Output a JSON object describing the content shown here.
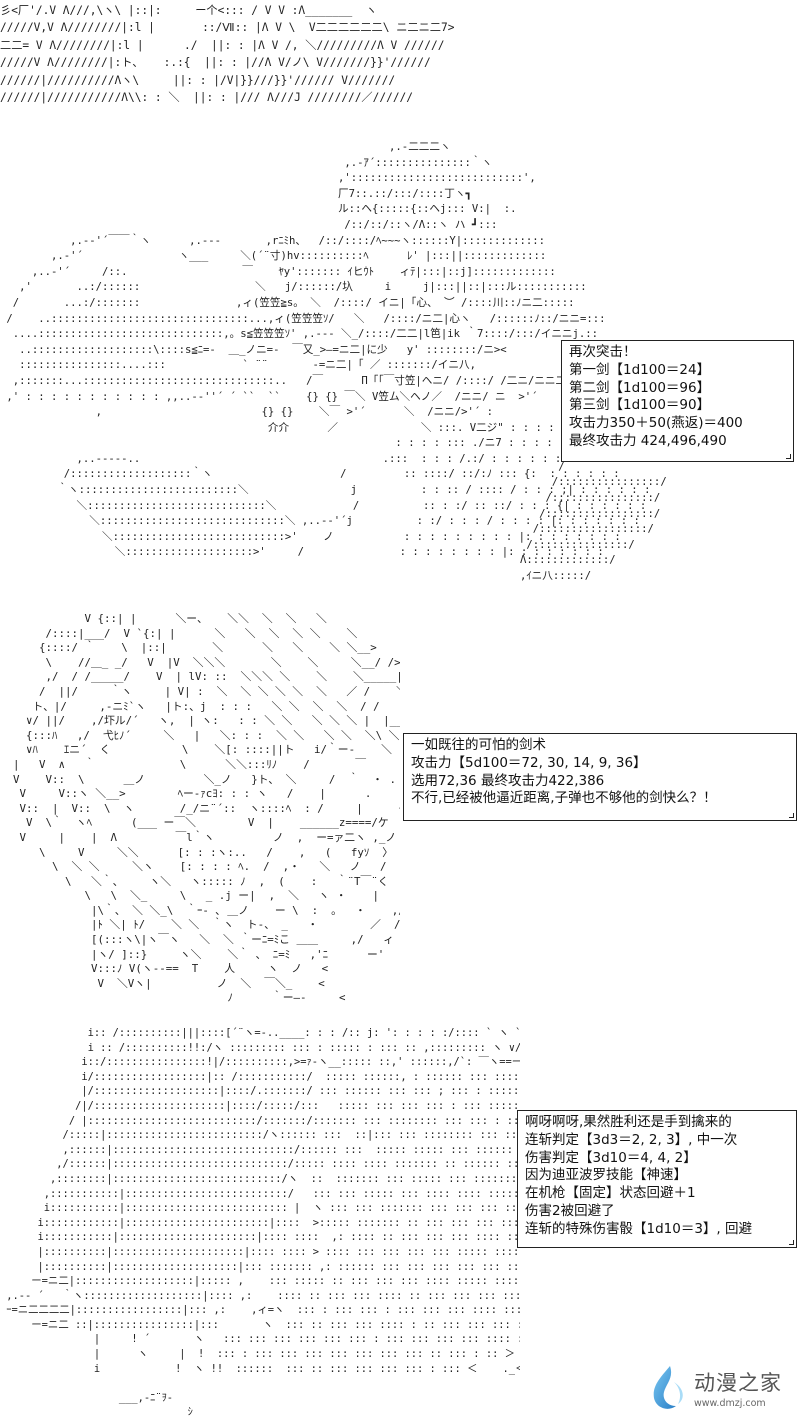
{
  "panel1_art": "彡<厂'/.V Λ///,\\ヽ\\ |::|:     ー个<::: / V V :Λ_______  ヽ\n/////V,V Λ////////|:l |       ::/Ⅶ:: |Λ V \\  V二二二二二二\\ ニ二ニ二7>\n二二= V Λ////////|:l |      ./  ||: : |Λ V /, ＼/////////Λ V //////\n/////V Λ////////|:ト、   :.:{  ||: : |//Λ V/ノ\\ V///////}}'//////\n//////|//////////Λヽ\\     ||: : |/V|}}///}}'////// V///////\n//////|///////////Λ\\\\: : ＼  ||: : |/// Λ///J ////////／//////",
  "panel2_art": "                                                             ,.-二二二ヽ\n                                                      ,.-ｱ´:::::::::::::::｀ヽ\n                                                     ,':::::::::::::::::::::::::::',\n                                                     厂7::.::/:::/::::丁ヽ┓\n                                                     ル::ヘ{:::::{::ヘj::: V:|  :.\n                                                      /::/::/::ヽ/Λ::ヽ ハ ┛:::\n           ,.-‐'´￣￣｀ヽ      ,.-‐‐       ,rﾆﾐh、  /::/::::/ﾍ~~~ヽ::::::Y|:::::::::::::\n        ,.-'´               ヽ___     ＼(´¨寸)hv::::::::::ﾍ      ﾚ' |:::||:::::::::::::\n     ,..-'´     /::.                  ￣    ﾔy'::::::: ｲヒｳﾄ    ィﾃ|:::|::j]:::::::::::::\n   ,'       ..:/::::::                  ＼   j/::::::/圦     i     j|:::||::|:::ル:::::::::::\n  /       ...:/:::::::               ,ィ(笠笠≧s。 ＼  /::::/ イニ|「心、 ︶ /::::川::ﾉニ二:::::\n /    ..:::::::::::::::::::::::::::::::...,ィ(笠笠笠ｿ/   ＼   /::::/ニ二|心ヽ   /::::::ﾉ::/ニニ=:::\n  ....:::::::::::::::::::::::::::::,。s≦笠笠笠ｿ' ,.--‐ ＼_/::::/二二|l笆|ik ｀7::::/:::/イニニj.::\n   ..:::::::::::::::::::\\::::s≦ﾆ=-  ＿_ノニ=-  ￣又_>―=ニ二|に少   y' ::::::::/ニ><\n   ::::::::::::::::....:::            ` ¨¨       -=ニ二|「 ／ :::::::/イニ八,\n  ,:::::::...::::::::::::::::::::::::::::::..   /￣      Π「「￣寸笠|ヘニ/ /::::/ /二ニ/ニニ二\n ,' : : : : : : : : : : : ,,..-‐''´ ´ ``  ``    {} {} ￣＼ V笠ム＼ヘノ／  /ニニ/ ニ  >'´\n               ,                         {} {}    ＼￣ >'´      ＼  /ニニ/>'´ :\n                                          介介      ／             ＼ :::. V二ジ\" : : : : :\n                                                              : : : : ::: ./ニ7 : : : : : : :\n            ,..-‐‐--..                                      .:::  : : : /.:/ : : : : : : : : :\n          /:::::::::::::::::::｀ヽ                    /         :: ::::/ ::/:ﾉ ::: {:  : : : : : :\n         ｀ヽ:::::::::::::::::::::::::＼                j          : : :: / :::: / : : : ;| : : : : : :\n            ＼::::::::::::::::::::::::::::＼            /          :: : :/ :: ::/ : : : {| : : : : : :\n              ＼:::::::::::::::::::::::::::::＼ ,..-‐'´j          : :/ : : : / : : : : |: : : : : : :\n                ＼:::::::::::::::::::::::::::>'    ノ           : : : : : : : : : |: : : : : : : :\n                  ＼::::::::::::::::::::>'     /               : : : : : : : : |: : : : : : : :",
  "panel2_right_art": "\n\n\n\n\n\n\n\n\n\n\n\n\n\n\n\n\n\n\n\n      /\n     /::::::::::::::::/\n    /::::::::::::::::/\n   /:::::::::::::::::/\n  /:::::::::::::::::/\n /:::::::::::::::/\nΛ:::::::::::::/\n,ｲニ八:::::/",
  "panel3_art": "             V {::| |      ＼ー、   ＼＼  ＼  ＼   ＼\n       /::::|___/  V `{:| |      ＼   ＼  ＼  ＼ ＼    ＼\n      {::::/ ｀    \\  |::|       ＼      ＼   ＼    ＼ ＼__>\n       \\    //＿_ _/   V  |V  ＼＼＼       ＼    ＼     ＼__/ />、\n       ,/  / /_____/    V  | lV: ::  ＼＼＼ ＼    ＼    ＼_____| |__ヽ、\n      /  ||/     ｀ヽ     | V| :  ＼  ＼ ＼ ＼ ＼  ＼   ／ /    ＼\n     ト、|/     ,-ニﾐ`ヽ   |ト:、j  : : :   ＼ ＼  ＼  ＼  / /      | |\n    ∨/ ||/    ,/圷ル/´   ヽ,  | ヽ:   : : ＼ ＼   ＼ ＼ ＼ |  |___\n    {:::ﾊ   ,/  弋ﾋﾉ´     ＼   |   ＼: : :  ＼ ＼   ＼ ＼  ＼\\ ＼\n    ∨ﾊ    ｴニ´  く           \\    ＼[: ::::||ト   i/｀ー‐    ＼\n  |   V  ∧   ｀             \\      ＼＼:::ﾘﾉ    /       ￣\n  V    V::  \\      ＿ノ         ＼_ノ   }ト、 ＼     /  ｀  ・ .  :\n   V     V::ヽ ＼__>        ﾍー‐ｧcﾖ: : : ヽ   /    |      .\n   V::  |  V::  \\  ヽ       /_/ニ¨´::  ヽ::::ﾍ  : /     |     ・\n    V  \\｀  ヽﾍ      (___ ー￣＼        V  |    ______z====/ケ\n   V     |    |  Λ         ￣l｀ヽ         ノ  ,  ー=ァ二ヽ ,_ノ  /ーノ\n      \\     V     ＼＼      [: : :ヽ:..   /    ,   (   fyｿ  〉   し\n        \\  ＼ ＼     ＼ヽ    [: : : : ﾍ.  /  ,・   ＼   ノ   /    /\n          \\   ＼｀、    ヽ＼   ヽ::::: ﾉ  ,  (    :   ｀¨T￣¨く    /     fl\n             \\   \\  ＼_     \\   _ .j ー|  ,  ＼   ヽ ・    |     /  /   ﾉﾘ\n              |\\｀、 ＼ ＼_\\  ｀ｰ- ､ ＿ノ    ー \\  :  。  ・    ,/   ー'\n              |ﾄ ＼| ﾄ/    ＼ ＼  ｀ヽ  ト-、 _   ・        ／  /ト‐\n              [(:::ヽ\\|ヽ￣ヽ   ＼  ＼ ｀ーﾆ=ﾐこ ＿＿     ,/   ィ\n              |ヽ/ ]::}     ヽ＼    ＼｀ 、 ﾆ=ﾐ   ,'ﾆ      ー'\n              V:::ﾉ V(ヽ--==  T    人     ヽ  ノ   <\n               V  ＼Vヽ|          ノ  ＼  ￣＼_    <\n                                   ﾉ      ｀ー―-     <",
  "panel4_art": "              i:: /::::::::::|||::::[´¨ヽ=-..____: : : /:: j: ': : : : :/:::: ` ヽ ` ,::::::::/:::::/::!\n              i :: /::::::::::!!:/ヽ ::::::::: ::: : ::::: : ::: :: ,::::::::: ヽ ∨/  ﾍi: !\n             i::/::::::::::::::::!|/::::::::::,>=ｧ-ヽ__::::: ::,' ::::::,/`: ￣ヽ==ーへ /::::i :\n             i/::::::::::::::::::|:: /:::::::::::/  ::::: ::::::, : :::::: ::: :::: ::::: ,:::: ::|\n             |/::::::::::::::::::::|::::/.:::::::/ ::: :::::: ::: ::: ; ::: : ::::: :::,::::: ::|\n            /|/:::::::::::::::::::::|::::/:::::/:::   ::::: ::: ::: ::: : ::: ::::: ::: ::|:::! !\n           / |:::::::::::::::::::::::::::/:::::::/::::::: ::: :::::::: ::: ::: : ::: :::: ::::! !\n          /:::::|:::::::::::::::::::::::::/ヽ:::::: :::  ::|::: ::: :::::::: ::: :::: ::::::! !\n          ,::::::|:::::::::::::::::::::::::::::/:::::: :::  ::::: ::::: ::: :::::: :::::: ::::: :::!::: !\n         ,/::::::|::::::::::::::::::::::::::::/::::: :::: :::: ::::::: :: :::::: :::: ::::: ::::!:::: !\n        ,::::::::|:::::::::::::::::::::::::::/ヽ  ::  ::::::: ::: ::::: ::: ::::::::: ::: :::::::!::::!!\n       ,:::::::::::|::::::::::::::::::::::::::/   ::: ::: ::::: ::: :::: :::: ::::: ::: ::::::: !:::::!!\n       i:::::::::::|:::::::::::::::::::::::::: |  ヽ ::: ::: ::::::: ::: ::: ::: :::: ::: ::::::: !:::::::!!\n      i::::::::::::|:::::::::::::::::::::::|::::  >::::: ::::::: :: ::: ::: ::: ::: ::: ::: :::::: !:::::::!!\n      i:::::::::::|::::::::::::::::::::::|:::: ::::  ,: :::: :: ::: ::: ::: :::: ::::::: ::: ::: ::: !::::::!!\n      |::::::::::|:::::::::::::::::::::|:::: :::: > :::: ::: ::: ::: ::: ::::: :::::::: :::: ::: !:::::::!\n      |::::::::::|::::::::::::::::::::|::: ::::::: ,: :::::: ::: ::: ::: ::: ::: :::: :::::: :: !::::::::!\n     ー=ニ二|:::::::::::::::::::|::::: ,    ::: ::::: :: ::: ::: ::: :::: ::::: :::: ::: ::::: !:::::::::!\n ,.-‐ ´   ｀ヽ:::::::::::::::::::|:::: ,:    :::: :: ::: ::: :::: :: ::: ::: ::: ::: ::: :::: !::::::::::!\n ｰ=ニ二二二二|:::::::::::::::::|::: ,:    ,ィ=ヽ  ::: : ::: ::: : ::: ::: ::: :::: ::: :: ::: !::::::::::!\n     ー=ニ二 ::|::::::::::::::::|:::       ヽ  ::: :: ::: ::: :::: : :: ::: ::: ::: :::: ::: ::: ::: !\n               |     ! ´       ヽ   ::: ::: ::: ::: ::: ::: : ::: ::: ::: ::: :::: ::: : :\n               |      ヽ     |  !  ::: : ::: ::: ::: ::: ::: ::: ::: :: ::: : :: ＞ ． ～ ～=ニ ー\n               i            !  ヽ !!  ::::::  ::: :: ::: ::: ::: ::: : ::: ＜    ._＜\n                                  \n                   ___,-ﾆ¨ｦ‐\n                              ｼ",
  "box1": {
    "lines": [
      "再次突击！",
      "第一剑【1d100＝24】",
      "第二剑【1d100＝96】",
      "第三剑【1d100＝90】",
      "攻击力350＋50(燕返)＝400",
      "最终攻击力  424,496,490"
    ]
  },
  "box2": {
    "lines": [
      "一如既往的可怕的剑术",
      "攻击力【5d100＝72, 30, 14, 9, 36】",
      "选用72,36  最终攻击力422,386",
      "不行,已经被他逼近距离,子弹也不够他的剑快么？！"
    ]
  },
  "box3": {
    "lines": [
      "啊呀啊呀,果然胜利还是手到擒来的",
      "连斩判定【3d3＝2, 2, 3】, 中一次",
      "伤害判定【3d10＝4, 4, 2】",
      "因为迪亚波罗技能【神速】",
      "在机枪【固定】状态回避＋1",
      "伤害2被回避了",
      "连斩的特殊伤害骰【1d10＝3】, 回避"
    ]
  },
  "watermark": {
    "name": "动漫之家",
    "url": "www.dmzj.com"
  }
}
